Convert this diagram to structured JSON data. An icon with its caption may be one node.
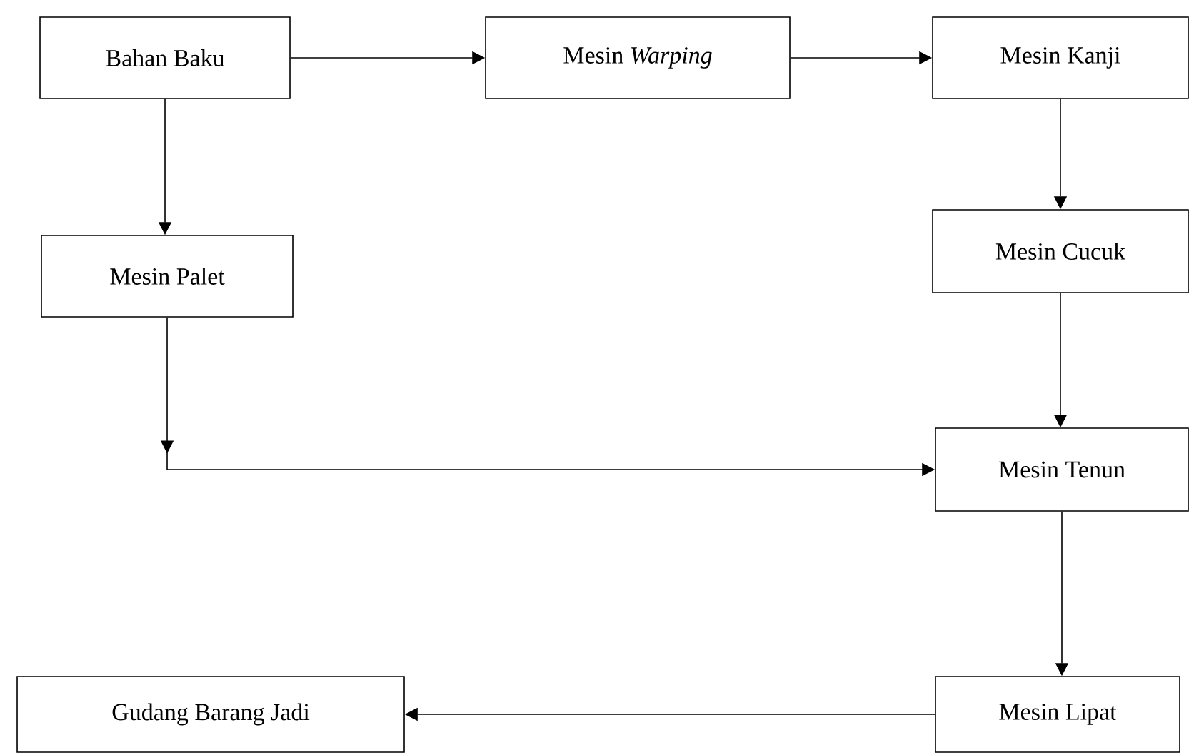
{
  "diagram": {
    "nodes": [
      {
        "text": [
          "Bahan Baku"
        ]
      },
      {
        "text": [
          "Mesin *Warping*"
        ]
      },
      {
        "text": [
          "Mesin Kanji"
        ]
      },
      {
        "text": [
          "Mesin Palet"
        ]
      },
      {
        "text": [
          "Mesin Cucuk"
        ]
      },
      {
        "text": [
          "Mesin Tenun"
        ]
      },
      {
        "text": [
          "Mesin Lipat"
        ]
      },
      {
        "text": [
          "Gudang Barang Jadi"
        ]
      }
    ],
    "edges": [
      {
        "from": 0,
        "to": 1,
        "arrow": "to"
      },
      {
        "from": 1,
        "to": 2,
        "arrow": "to"
      },
      {
        "from": 0,
        "to": 3,
        "arrow": "to"
      },
      {
        "from": 2,
        "to": 4,
        "arrow": "to"
      },
      {
        "from": 4,
        "to": 5,
        "arrow": "to"
      },
      {
        "from": 3,
        "to": 5,
        "arrow": "to"
      },
      {
        "from": 5,
        "to": 6,
        "arrow": "to"
      },
      {
        "from": 6,
        "to": 7,
        "arrow": "to"
      }
    ]
  }
}
